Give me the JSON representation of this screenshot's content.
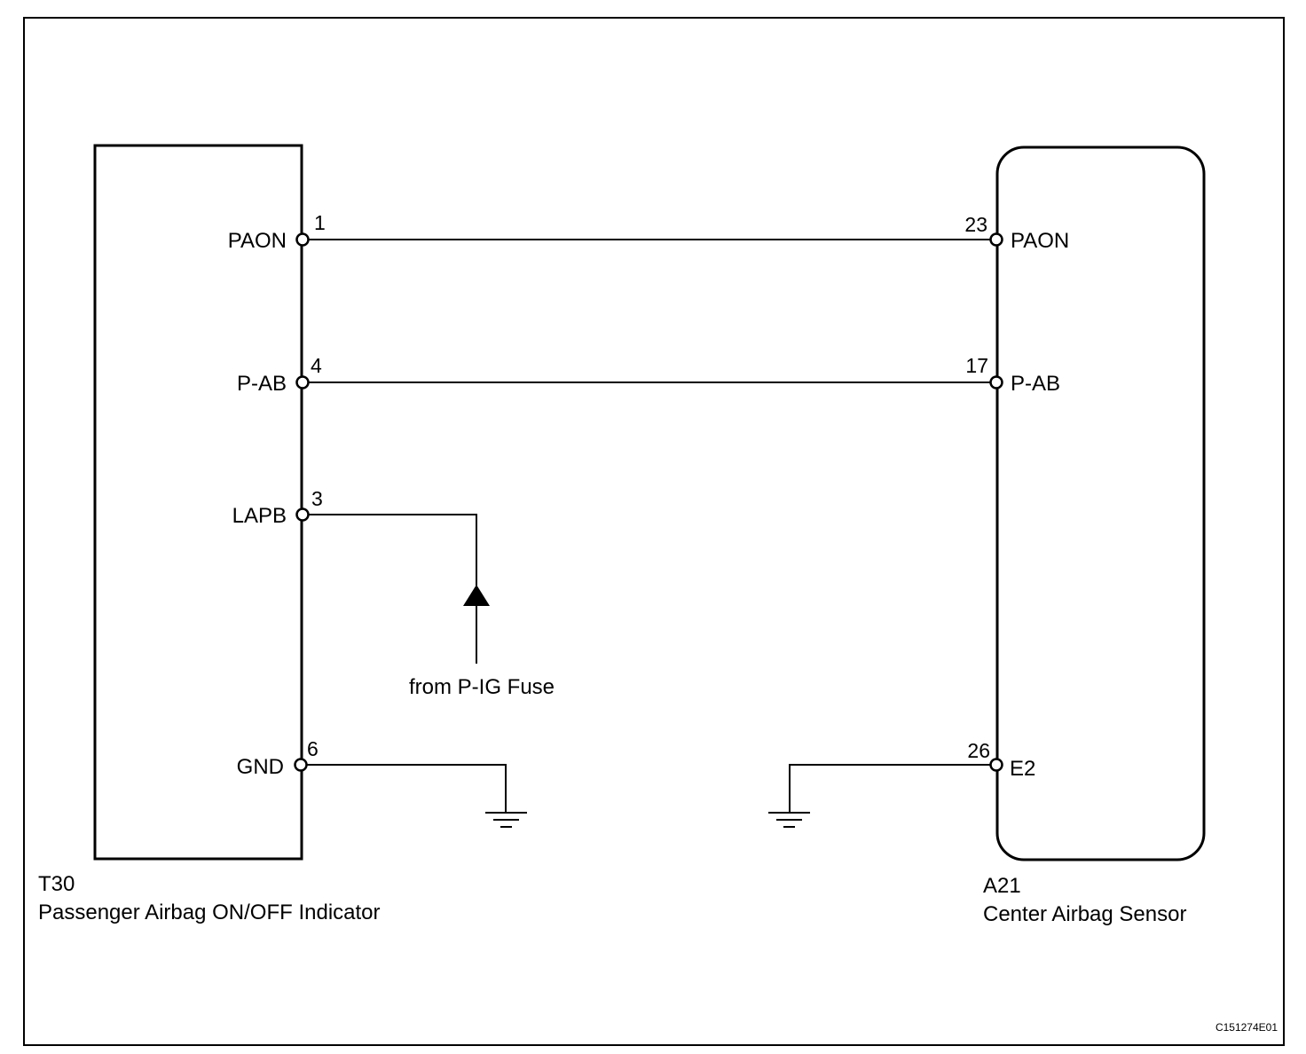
{
  "diagram": {
    "figure_code": "C151274E01",
    "left_component": {
      "code": "T30",
      "name": "Passenger Airbag ON/OFF Indicator",
      "pins": [
        {
          "label": "PAON",
          "number": "1"
        },
        {
          "label": "P-AB",
          "number": "4"
        },
        {
          "label": "LAPB",
          "number": "3"
        },
        {
          "label": "GND",
          "number": "6"
        }
      ]
    },
    "right_component": {
      "code": "A21",
      "name": "Center Airbag Sensor",
      "pins": [
        {
          "label": "PAON",
          "number": "23"
        },
        {
          "label": "P-AB",
          "number": "17"
        },
        {
          "label": "E2",
          "number": "26"
        }
      ]
    },
    "power_source": {
      "label": "from P-IG Fuse"
    }
  }
}
